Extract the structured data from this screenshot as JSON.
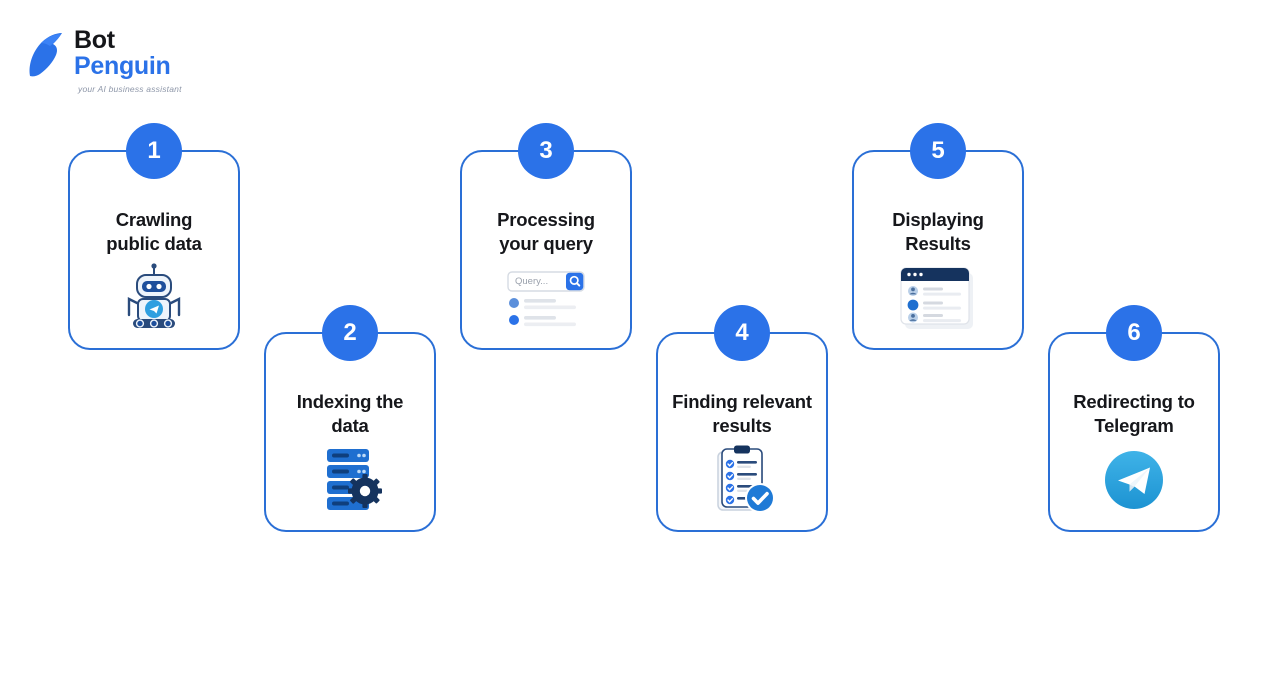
{
  "brand": {
    "name_line1": "Bot",
    "name_line2": "Penguin",
    "tagline": "your AI business assistant",
    "logo_icon": "penguin-logo-icon",
    "accent_color": "#2b72e8",
    "dark_color": "#15161a"
  },
  "flow": {
    "card_border_color": "#2a6fd6",
    "badge_color": "#2b72e8",
    "steps": [
      {
        "number": "1",
        "title": "Crawling\npublic data",
        "title_line1": "Crawling",
        "title_line2": "public data",
        "icon": "robot-telegram-icon"
      },
      {
        "number": "2",
        "title": "Indexing the\ndata",
        "title_line1": "Indexing the",
        "title_line2": "data",
        "icon": "server-gear-icon"
      },
      {
        "number": "3",
        "title": "Processing\nyour query",
        "title_line1": "Processing",
        "title_line2": "your query",
        "icon": "search-query-icon",
        "search_placeholder": "Query..."
      },
      {
        "number": "4",
        "title": "Finding relevant\nresults",
        "title_line1": "Finding relevant",
        "title_line2": "results",
        "icon": "checklist-verified-icon"
      },
      {
        "number": "5",
        "title": "Displaying\nResults",
        "title_line1": "Displaying",
        "title_line2": "Results",
        "icon": "browser-results-icon"
      },
      {
        "number": "6",
        "title": "Redirecting to\nTelegram",
        "title_line1": "Redirecting to",
        "title_line2": "Telegram",
        "icon": "telegram-logo-icon"
      }
    ]
  }
}
